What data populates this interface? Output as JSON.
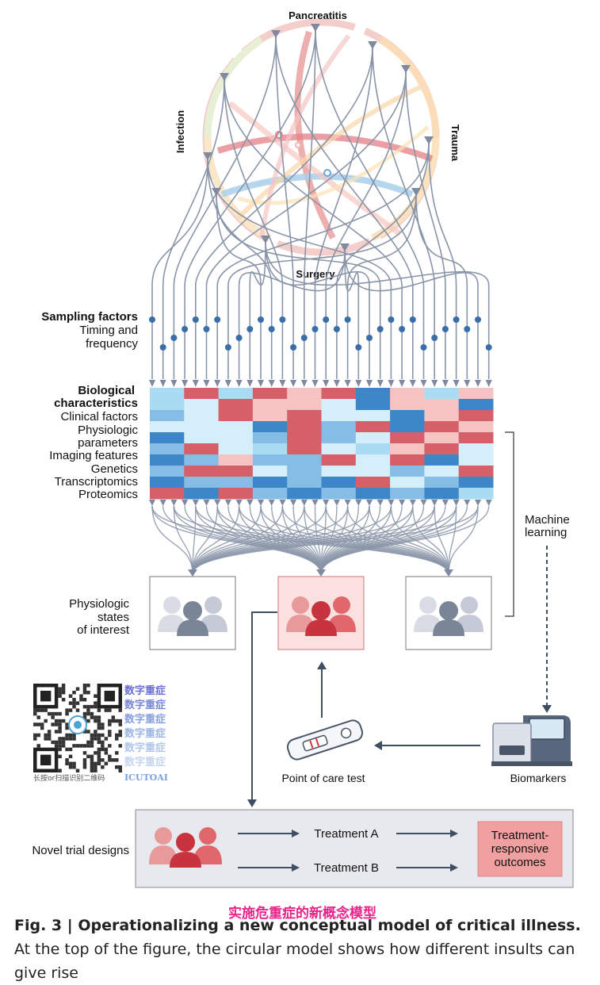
{
  "top": {
    "insults": {
      "pancreatitis": "Pancreatitis",
      "infection": "Infection",
      "trauma": "Trauma",
      "surgery": "Surgery"
    }
  },
  "left_labels": {
    "sampling_title": "Sampling factors",
    "sampling_line1": "Timing and",
    "sampling_line2": "frequency",
    "bio_line1": "Biological",
    "bio_line2": "characteristics",
    "rows": [
      "Clinical factors",
      "Physiologic",
      "parameters",
      "Imaging features",
      "Genetics",
      "Transcriptomics",
      "Proteomics"
    ]
  },
  "heatmap": {
    "colors": {
      "a": "#a9dcf2",
      "b": "#d4eefa",
      "c": "#86bde6",
      "d": "#3d87c9",
      "e": "#d6606a",
      "f": "#f6c3c3"
    },
    "rows": [
      [
        "a",
        "e",
        "a",
        "e",
        "f",
        "e",
        "d",
        "f",
        "a",
        "f"
      ],
      [
        "a",
        "b",
        "e",
        "f",
        "f",
        "b",
        "d",
        "f",
        "f",
        "d"
      ],
      [
        "c",
        "b",
        "e",
        "f",
        "e",
        "b",
        "b",
        "d",
        "f",
        "e"
      ],
      [
        "b",
        "b",
        "b",
        "d",
        "e",
        "c",
        "e",
        "d",
        "e",
        "f"
      ],
      [
        "d",
        "b",
        "b",
        "c",
        "e",
        "c",
        "b",
        "e",
        "f",
        "e"
      ],
      [
        "c",
        "e",
        "b",
        "a",
        "e",
        "b",
        "a",
        "f",
        "e",
        "b"
      ],
      [
        "d",
        "c",
        "f",
        "c",
        "c",
        "e",
        "b",
        "e",
        "d",
        "b"
      ],
      [
        "c",
        "e",
        "e",
        "b",
        "c",
        "b",
        "b",
        "c",
        "b",
        "e"
      ],
      [
        "d",
        "c",
        "c",
        "d",
        "c",
        "d",
        "e",
        "b",
        "c",
        "d"
      ],
      [
        "e",
        "d",
        "e",
        "c",
        "d",
        "c",
        "d",
        "c",
        "d",
        "a"
      ]
    ]
  },
  "machine_learning": {
    "line1": "Machine",
    "line2": "learning"
  },
  "states": {
    "line1": "Physiologic",
    "line2": "states",
    "line3": "of interest"
  },
  "devices": {
    "poc": "Point of care test",
    "biomarkers": "Biomarkers"
  },
  "trial": {
    "label": "Novel trial designs",
    "treatment_a": "Treatment A",
    "treatment_b": "Treatment B",
    "outcome_line1": "Treatment-",
    "outcome_line2": "responsive",
    "outcome_line3": "outcomes"
  },
  "qr": {
    "text_lines": [
      "数字重症",
      "数字重症",
      "数字重症",
      "数字重症",
      "数字重症",
      "数字重症"
    ],
    "hint": "长按or扫描识别二维码",
    "brand": "ICUTOAI"
  },
  "watermark": "实施危重症的新概念模型",
  "caption": {
    "bold": "Fig. 3 | Operationalizing a new conceptual model of critical illness.",
    "rest": " At the top of the figure, the circular model shows how different insults can give rise"
  },
  "colors": {
    "line": "#8a95a8",
    "dot": "#3a6ea8",
    "box_pink": "#fbe0e0",
    "outcome": "#f4a3a3",
    "trial_bg": "#e8e9ee"
  }
}
